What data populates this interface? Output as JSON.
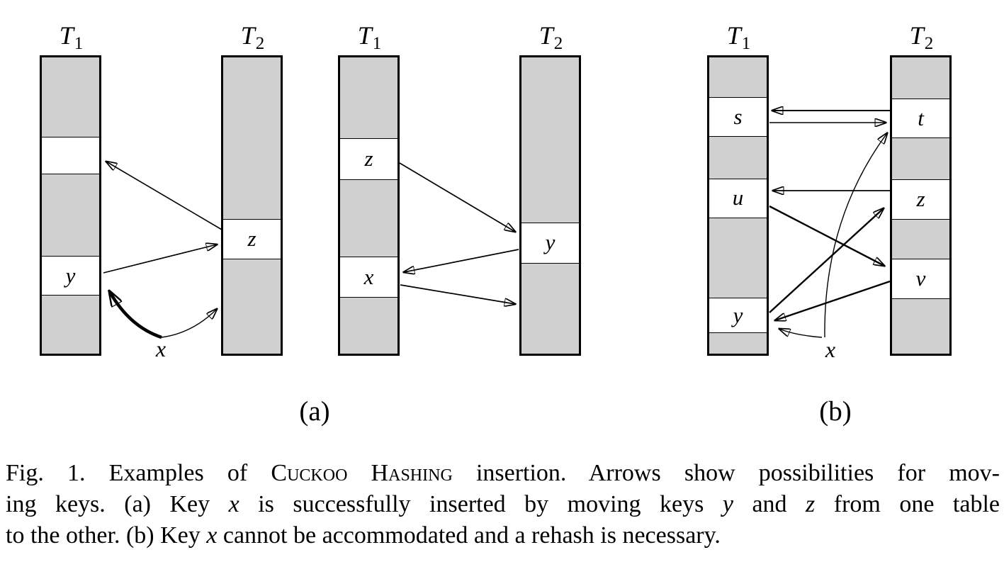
{
  "figure": {
    "diagrams": [
      {
        "name": "a-step1",
        "columns": [
          {
            "title": {
              "base": "T",
              "sub": "1"
            },
            "cells": [
              {
                "shade": "gray",
                "label": ""
              },
              {
                "shade": "white",
                "label": ""
              },
              {
                "shade": "gray",
                "label": ""
              },
              {
                "shade": "white",
                "label": "y"
              },
              {
                "shade": "gray",
                "label": ""
              }
            ]
          },
          {
            "title": {
              "base": "T",
              "sub": "2"
            },
            "cells": [
              {
                "shade": "gray",
                "label": ""
              },
              {
                "shade": "white",
                "label": "z"
              },
              {
                "shade": "gray",
                "label": ""
              }
            ]
          }
        ],
        "inserted_key_label": "x"
      },
      {
        "name": "a-step2",
        "columns": [
          {
            "title": {
              "base": "T",
              "sub": "1"
            },
            "cells": [
              {
                "shade": "gray",
                "label": ""
              },
              {
                "shade": "white",
                "label": "z"
              },
              {
                "shade": "gray",
                "label": ""
              },
              {
                "shade": "white",
                "label": "x"
              },
              {
                "shade": "gray",
                "label": ""
              }
            ]
          },
          {
            "title": {
              "base": "T",
              "sub": "2"
            },
            "cells": [
              {
                "shade": "gray",
                "label": ""
              },
              {
                "shade": "white",
                "label": "y"
              },
              {
                "shade": "gray",
                "label": ""
              }
            ]
          }
        ]
      },
      {
        "name": "b",
        "columns": [
          {
            "title": {
              "base": "T",
              "sub": "1"
            },
            "cells": [
              {
                "shade": "gray",
                "label": ""
              },
              {
                "shade": "white",
                "label": "s"
              },
              {
                "shade": "gray",
                "label": ""
              },
              {
                "shade": "white",
                "label": "u"
              },
              {
                "shade": "gray",
                "label": ""
              },
              {
                "shade": "white",
                "label": "y"
              },
              {
                "shade": "gray",
                "label": ""
              }
            ]
          },
          {
            "title": {
              "base": "T",
              "sub": "2"
            },
            "cells": [
              {
                "shade": "gray",
                "label": ""
              },
              {
                "shade": "white",
                "label": "t"
              },
              {
                "shade": "gray",
                "label": ""
              },
              {
                "shade": "white",
                "label": "z"
              },
              {
                "shade": "gray",
                "label": ""
              },
              {
                "shade": "white",
                "label": "v"
              },
              {
                "shade": "gray",
                "label": ""
              }
            ]
          }
        ],
        "inserted_key_label": "x"
      }
    ],
    "panel_labels": {
      "a": "(a)",
      "b": "(b)"
    },
    "caption": {
      "line1": {
        "seg1": "Fig. 1. Examples of ",
        "seg2": "Cuckoo Hashing",
        "seg3": " insertion. Arrows show possibilities for mov-"
      },
      "line2": {
        "seg1": "ing keys. (a) Key ",
        "seg2": "x",
        "seg3": " is successfully inserted by moving keys ",
        "seg4": "y",
        "seg5": " and ",
        "seg6": "z",
        "seg7": " from one table"
      },
      "line3": {
        "seg1": "to the other. (b) Key ",
        "seg2": "x",
        "seg3": " cannot be accommodated and a rehash is necessary."
      }
    },
    "colors": {
      "cell_gray": "#d0d0d0",
      "line_black": "#000000",
      "background": "#ffffff"
    }
  }
}
